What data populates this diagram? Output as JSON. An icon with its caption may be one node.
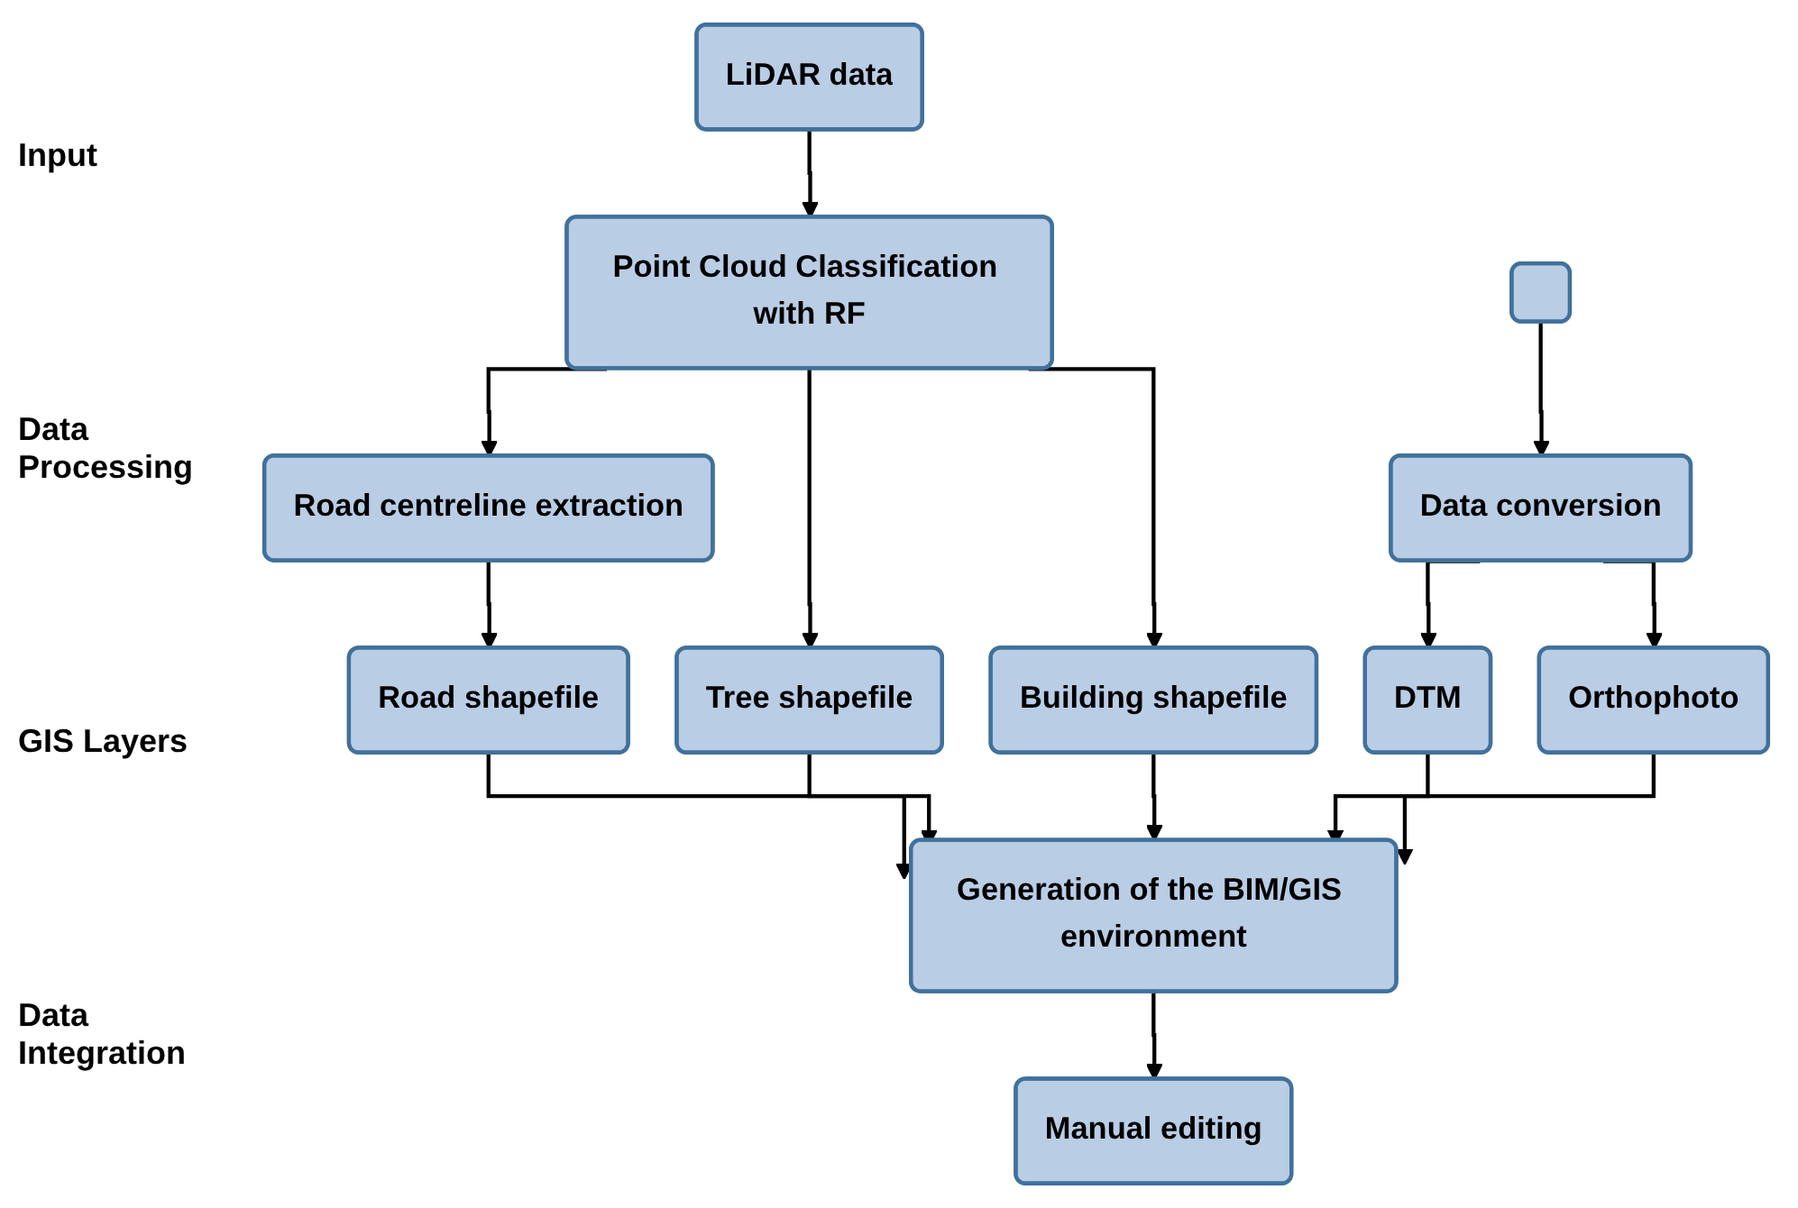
{
  "diagram": {
    "nodes": [
      {
        "text": [
          "LiDAR data"
        ]
      },
      {
        "text": [],
        "shape": "box"
      },
      {
        "text": [
          "Point Cloud Classification with RF"
        ]
      },
      {
        "text": [
          "Road centreline extraction"
        ]
      },
      {
        "text": [
          "Data conversion"
        ]
      },
      {
        "text": [
          "Road shapefile"
        ]
      },
      {
        "text": [
          "Tree shapefile"
        ]
      },
      {
        "text": [
          "Building shapefile"
        ]
      },
      {
        "text": [
          "DTM"
        ]
      },
      {
        "text": [
          "Orthophoto"
        ]
      },
      {
        "text": [
          "Generation of the BIM/GIS environment"
        ]
      },
      {
        "text": [
          "Manual editing"
        ]
      }
    ],
    "edges": [
      {
        "from": 0,
        "to": 2,
        "arrow": "to"
      },
      {
        "from": 1,
        "to": 4,
        "arrow": "to"
      },
      {
        "from": 2,
        "to": 3,
        "arrow": "to"
      },
      {
        "from": 3,
        "to": 5,
        "arrow": "to"
      },
      {
        "from": 2,
        "to": 6,
        "arrow": "to"
      },
      {
        "from": 2,
        "to": 7,
        "arrow": "to"
      },
      {
        "from": 4,
        "to": 8,
        "arrow": "to"
      },
      {
        "from": 4,
        "to": 9,
        "arrow": "to"
      },
      {
        "from": 5,
        "to": 10,
        "arrow": "to"
      },
      {
        "from": 6,
        "to": 10,
        "arrow": "to"
      },
      {
        "from": 7,
        "to": 10,
        "arrow": "to"
      },
      {
        "from": 8,
        "to": 10,
        "arrow": "to"
      },
      {
        "from": 9,
        "to": 10,
        "arrow": "to"
      },
      {
        "from": 10,
        "to": 11,
        "arrow": "to"
      }
    ],
    "labels": [
      "Input",
      "Data Processing",
      "GIS Layers",
      "Data Integration"
    ]
  }
}
